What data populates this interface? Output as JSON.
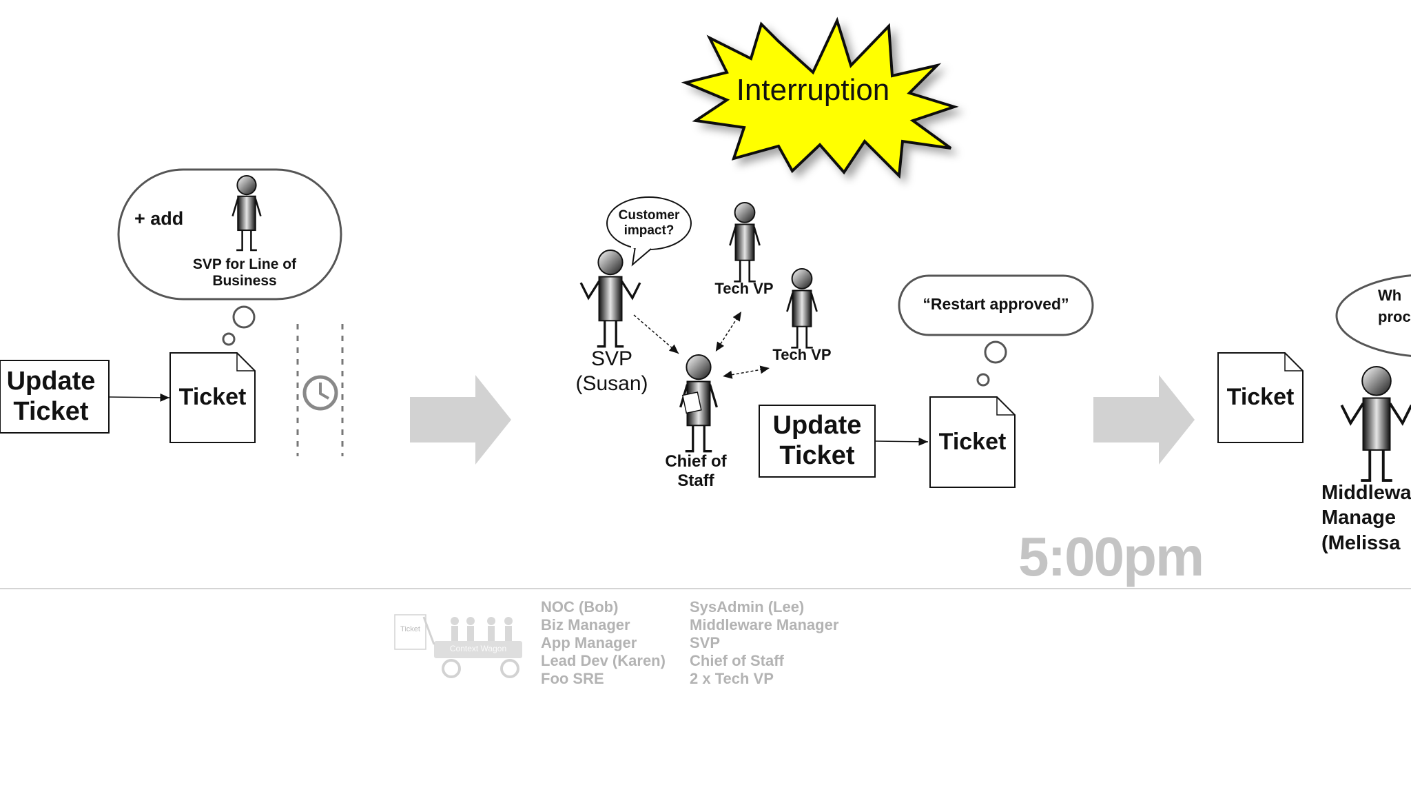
{
  "burst": {
    "label": "Interruption",
    "color": "#ffff00"
  },
  "left_section": {
    "update_label": "Update\nTicket",
    "ticket_label": "Ticket",
    "thought": {
      "prefix": "+ add",
      "person": "SVP for Line of\nBusiness"
    }
  },
  "middle_section": {
    "speech": "Customer\nimpact?",
    "svp_label": "SVP\n(Susan)",
    "tech_vp_1": "Tech VP",
    "tech_vp_2": "Tech VP",
    "chief_label": "Chief of\nStaff",
    "update_label": "Update\nTicket",
    "ticket_label": "Ticket",
    "thought": "“Restart approved”"
  },
  "right_section": {
    "ticket_label": "Ticket",
    "partial_thought": "Wh\nproc",
    "person_label": "Middlewa\nManage\n(Melissa"
  },
  "time_label": "5:00pm",
  "legend": {
    "wagon_ticket": "Ticket",
    "wagon_label": "Context Wagon",
    "column_1": [
      "NOC (Bob)",
      "Biz Manager",
      "App Manager",
      "Lead Dev (Karen)",
      "Foo SRE"
    ],
    "column_2": [
      "SysAdmin (Lee)",
      "Middleware Manager",
      "SVP",
      "Chief of Staff",
      "2 x Tech VP"
    ]
  }
}
